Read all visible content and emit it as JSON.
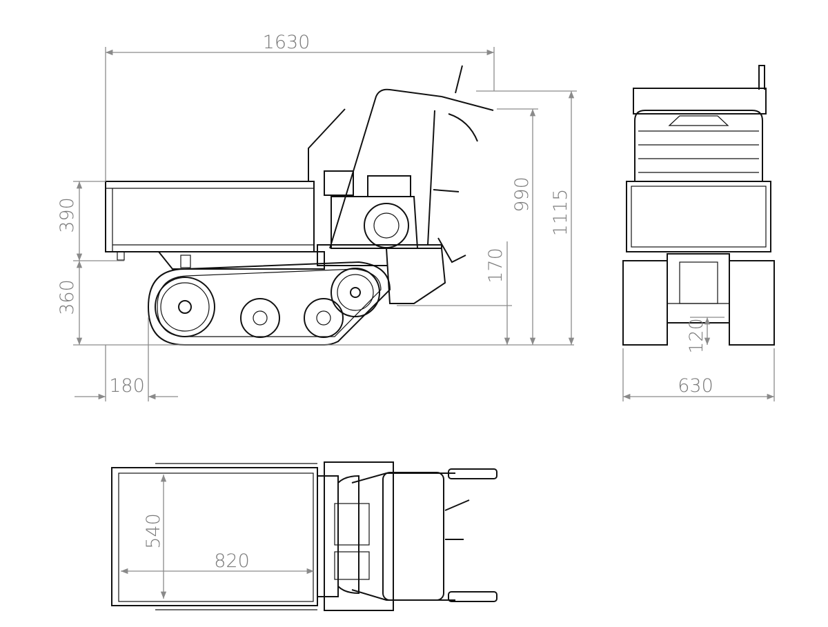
{
  "drawing": {
    "line_color": "#111111",
    "dimension_color": "#8a8a8a",
    "side_view": {
      "overall_length": "1630",
      "bed_height": "390",
      "bed_ground_height": "360",
      "rear_overhang": "180",
      "handle_height": "990",
      "overall_height": "1115",
      "ground_clearance_side": "170"
    },
    "front_view": {
      "ground_clearance": "120",
      "overall_width": "630"
    },
    "top_view": {
      "bed_width": "540",
      "bed_length": "820"
    }
  }
}
